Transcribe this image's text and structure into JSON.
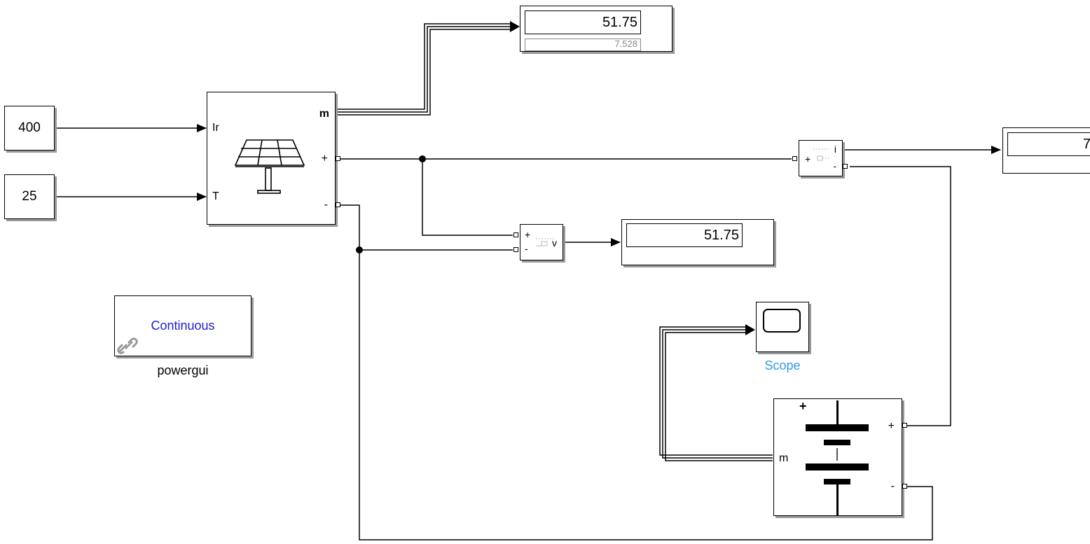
{
  "constants": {
    "irradiance": "400",
    "temperature": "25"
  },
  "pv_array": {
    "port_ir": "Ir",
    "port_t": "T",
    "port_m": "m",
    "port_plus": "+",
    "port_minus": "-"
  },
  "displays": {
    "top_value": "51.75",
    "top_value_partial": "7.528",
    "voltage_value": "51.75",
    "current_value_partial": "7"
  },
  "voltage_meter": {
    "plus": "+",
    "minus": "-",
    "label": "v"
  },
  "current_meter": {
    "plus": "+",
    "minus": "-",
    "label": "i"
  },
  "powergui": {
    "mode": "Continuous",
    "caption": "powergui"
  },
  "scope": {
    "caption": "Scope"
  },
  "battery": {
    "plus_top": "+",
    "port_plus": "+",
    "port_minus": "-",
    "port_m": "m"
  },
  "colors": {
    "powergui_text": "#2020d0",
    "scope_caption": "#2e9be6"
  }
}
